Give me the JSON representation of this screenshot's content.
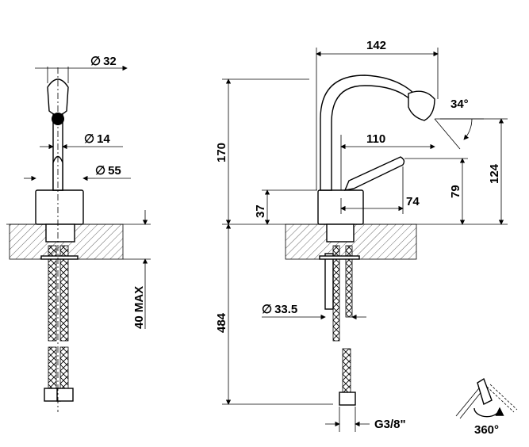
{
  "dimensions": {
    "front_top_diameter": "32",
    "front_spout_diameter": "14",
    "front_base_diameter": "55",
    "front_max_thickness": "40 MAX",
    "side_total_width": "142",
    "side_spout_angle": "34°",
    "side_spout_reach": "110",
    "side_total_height": "170",
    "side_outlet_height": "124",
    "side_lever_height": "79",
    "side_base_height": "37",
    "side_lever_reach": "74",
    "side_hose_length": "484",
    "side_pipe_diameter": "33.5",
    "side_thread": "G3/8\""
  },
  "rotation_label": "360°",
  "symbols": {
    "diameter": "∅"
  }
}
